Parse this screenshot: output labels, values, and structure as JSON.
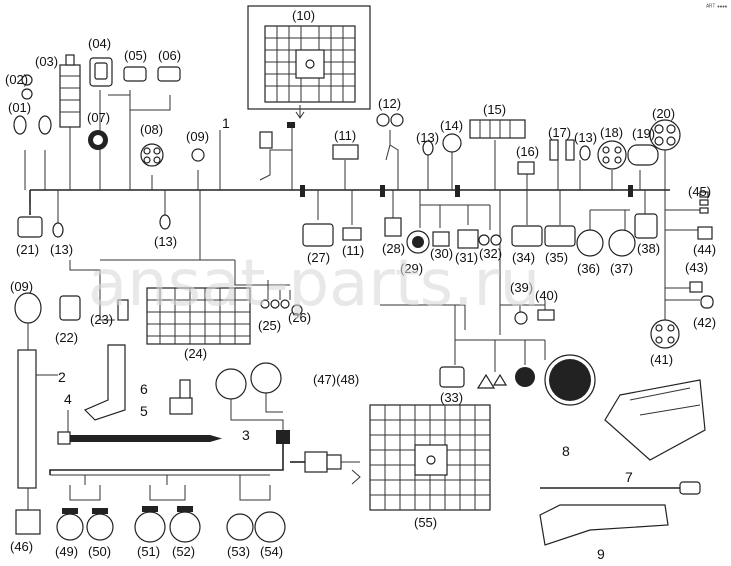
{
  "watermark": "ansat-parts.ru",
  "corner_mark": "ᴬᴿᵀ ••••",
  "labels": {
    "p01": "(01)",
    "p02": "(02)",
    "p03": "(03)",
    "p04": "(04)",
    "p05": "(05)",
    "p06": "(06)",
    "p07": "(07)",
    "p08": "(08)",
    "p09a": "(09)",
    "p09b": "(09)",
    "p10": "(10)",
    "p11a": "(11)",
    "p11b": "(11)",
    "p12": "(12)",
    "p13a": "(13)",
    "p13b": "(13)",
    "p13c": "(13)",
    "p13d": "(13)",
    "p14": "(14)",
    "p15": "(15)",
    "p16": "(16)",
    "p17": "(17)",
    "p18": "(18)",
    "p19": "(19)",
    "p20": "(20)",
    "p21": "(21)",
    "p22": "(22)",
    "p23": "(23)",
    "p24": "(24)",
    "p25": "(25)",
    "p26": "(26)",
    "p27": "(27)",
    "p28": "(28)",
    "p29": "(29)",
    "p30": "(30)",
    "p31": "(31)",
    "p32": "(32)",
    "p33": "(33)",
    "p34": "(34)",
    "p35": "(35)",
    "p36": "(36)",
    "p37": "(37)",
    "p38": "(38)",
    "p39": "(39)",
    "p40": "(40)",
    "p41": "(41)",
    "p42": "(42)",
    "p43": "(43)",
    "p44": "(44)",
    "p45": "(45)",
    "p46": "(46)",
    "p4748": "(47)(48)",
    "p49": "(49)",
    "p50": "(50)",
    "p51": "(51)",
    "p52": "(52)",
    "p53": "(53)",
    "p54": "(54)",
    "p55": "(55)",
    "n1": "1",
    "n2": "2",
    "n3": "3",
    "n4": "4",
    "n5": "5",
    "n6": "6",
    "n7": "7",
    "n8": "8",
    "n9": "9"
  }
}
